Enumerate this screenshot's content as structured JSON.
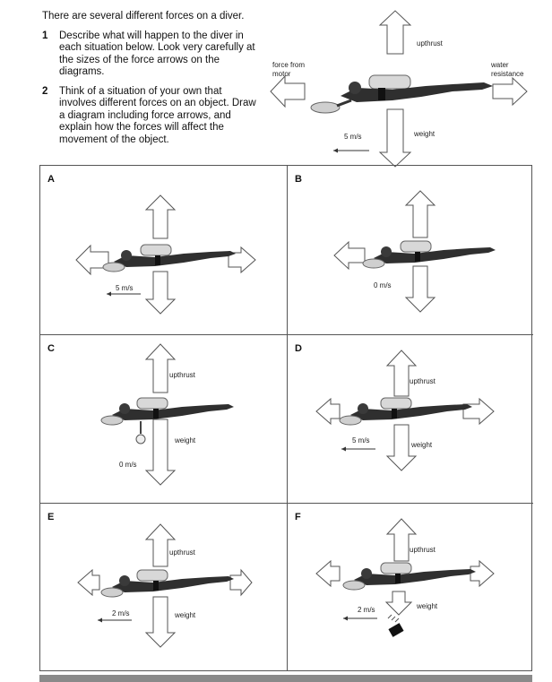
{
  "intro": {
    "title": "There are several different forces on a diver.",
    "questions": [
      {
        "num": "1",
        "text": "Describe what will happen to the diver in each situation below. Look very carefully at the sizes of the force arrows on the diagrams."
      },
      {
        "num": "2",
        "text": "Think of a situation of your own that involves different forces on an object. Draw a diagram including force arrows, and explain how the forces will affect the movement of the object."
      }
    ]
  },
  "top_diagram": {
    "upthrust": "upthrust",
    "force_motor_line1": "force from",
    "force_motor_line2": "motor",
    "water_line1": "water",
    "water_line2": "resistance",
    "speed": "5 m/s",
    "weight": "weight"
  },
  "panels": [
    {
      "letter": "A",
      "speed": "5 m/s",
      "upthrust": "",
      "weight": ""
    },
    {
      "letter": "B",
      "speed": "0 m/s",
      "upthrust": "",
      "weight": ""
    },
    {
      "letter": "C",
      "speed": "0 m/s",
      "upthrust": "upthrust",
      "weight": "weight"
    },
    {
      "letter": "D",
      "speed": "5 m/s",
      "upthrust": "upthrust",
      "weight": "weight"
    },
    {
      "letter": "E",
      "speed": "2 m/s",
      "upthrust": "upthrust",
      "weight": "weight"
    },
    {
      "letter": "F",
      "speed": "2 m/s",
      "upthrust": "upthrust",
      "weight": "weight"
    }
  ]
}
